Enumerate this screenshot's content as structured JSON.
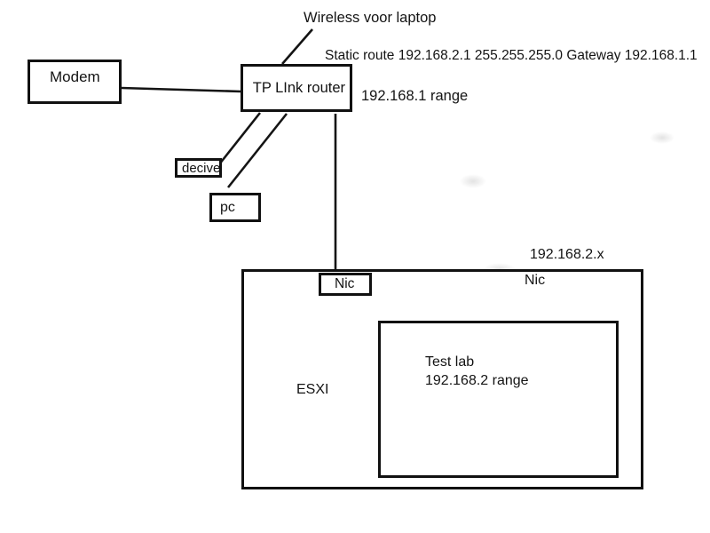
{
  "diagram": {
    "colors": {
      "background": "#ffffff",
      "ink": "#141414"
    },
    "nodes": {
      "modem": {
        "label": "Modem"
      },
      "router": {
        "label": "TP LInk router"
      },
      "decive": {
        "label": "decive"
      },
      "pc": {
        "label": "pc"
      },
      "nic": {
        "label": "Nic"
      },
      "esxi": {
        "label": "ESXI"
      },
      "testlab": {
        "line1": "Test lab",
        "line2": "192.168.2 range"
      }
    },
    "annotations": {
      "wireless": "Wireless voor laptop",
      "static_route": "Static route 192.168.2.1 255.255.255.0 Gateway 192.168.1.1",
      "lan_range": "192.168.1 range",
      "lab_subnet": "192.168.2.x",
      "nic2": "Nic"
    }
  }
}
